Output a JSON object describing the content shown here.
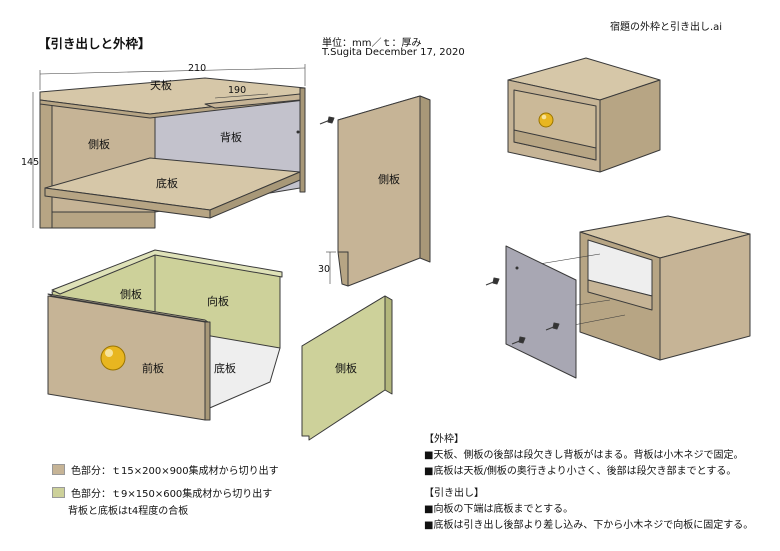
{
  "header": {
    "title": "【引き出しと外枠】",
    "file_name": "宿題の外枠と引き出し.ai",
    "unit_note": "単位：mm／ｔ：厚み",
    "author_line": "T.Sugita December 17, 2020"
  },
  "colors": {
    "tan": "#c6b496",
    "green": "#cdd19a",
    "grey": "#c3c2cc",
    "outline": "#3a3a3a"
  },
  "frame_diagram": {
    "top_label": "天板",
    "side_label": "側板",
    "back_label": "背板",
    "bottom_label": "底板",
    "dim_width": "210",
    "dim_depth": "190",
    "dim_height": "145"
  },
  "side_panel_diagram": {
    "label": "側板",
    "dim_notch": "30"
  },
  "drawer_diagram": {
    "side_label": "側板",
    "back_label": "向板",
    "front_label": "前板",
    "bottom_label": "底板"
  },
  "drawer_side_panel": {
    "label": "側板"
  },
  "legend": {
    "tan_text": "色部分：ｔ15×200×900集成材から切り出す",
    "green_text": "色部分：ｔ9×150×600集成材から切り出す",
    "note": "背板と底板はt4程度の合板"
  },
  "notes": {
    "frame_heading": "【外枠】",
    "frame_items": [
      "■天板、側板の後部は段欠きし背板がはまる。背板は小木ネジで固定。",
      "■底板は天板/側板の奥行きより小さく、後部は段欠き部までとする。"
    ],
    "drawer_heading": "【引き出し】",
    "drawer_items": [
      "■向板の下端は底板までとする。",
      "■底板は引き出し後部より差し込み、下から小木ネジで向板に固定する。"
    ]
  }
}
